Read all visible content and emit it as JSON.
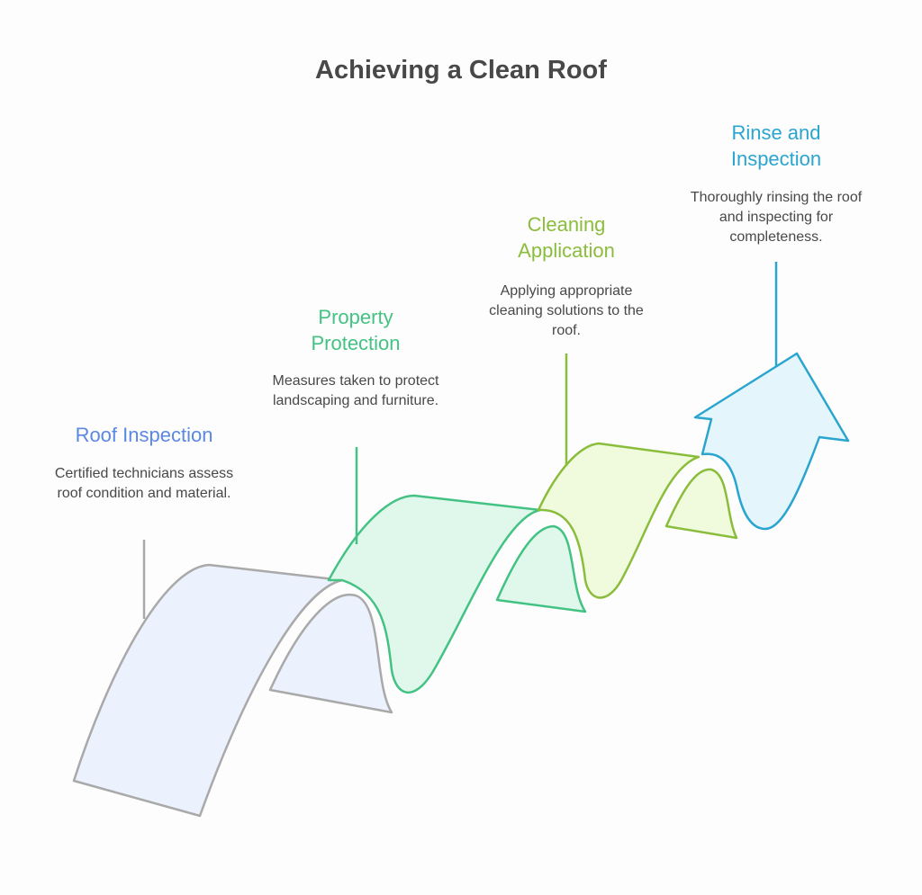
{
  "diagram": {
    "title": "Achieving a Clean Roof",
    "steps": [
      {
        "title": "Roof Inspection",
        "description": "Certified technicians assess roof condition and material.",
        "color": "#5b88e3"
      },
      {
        "title": "Property Protection",
        "description": "Measures taken to protect landscaping and furniture.",
        "color": "#43c283"
      },
      {
        "title": "Cleaning Application",
        "description": "Applying appropriate cleaning solutions to the roof.",
        "color": "#8bbd3c"
      },
      {
        "title": "Rinse and Inspection",
        "description": "Thoroughly rinsing the roof and inspecting for completeness.",
        "color": "#2aa5cf"
      }
    ]
  }
}
